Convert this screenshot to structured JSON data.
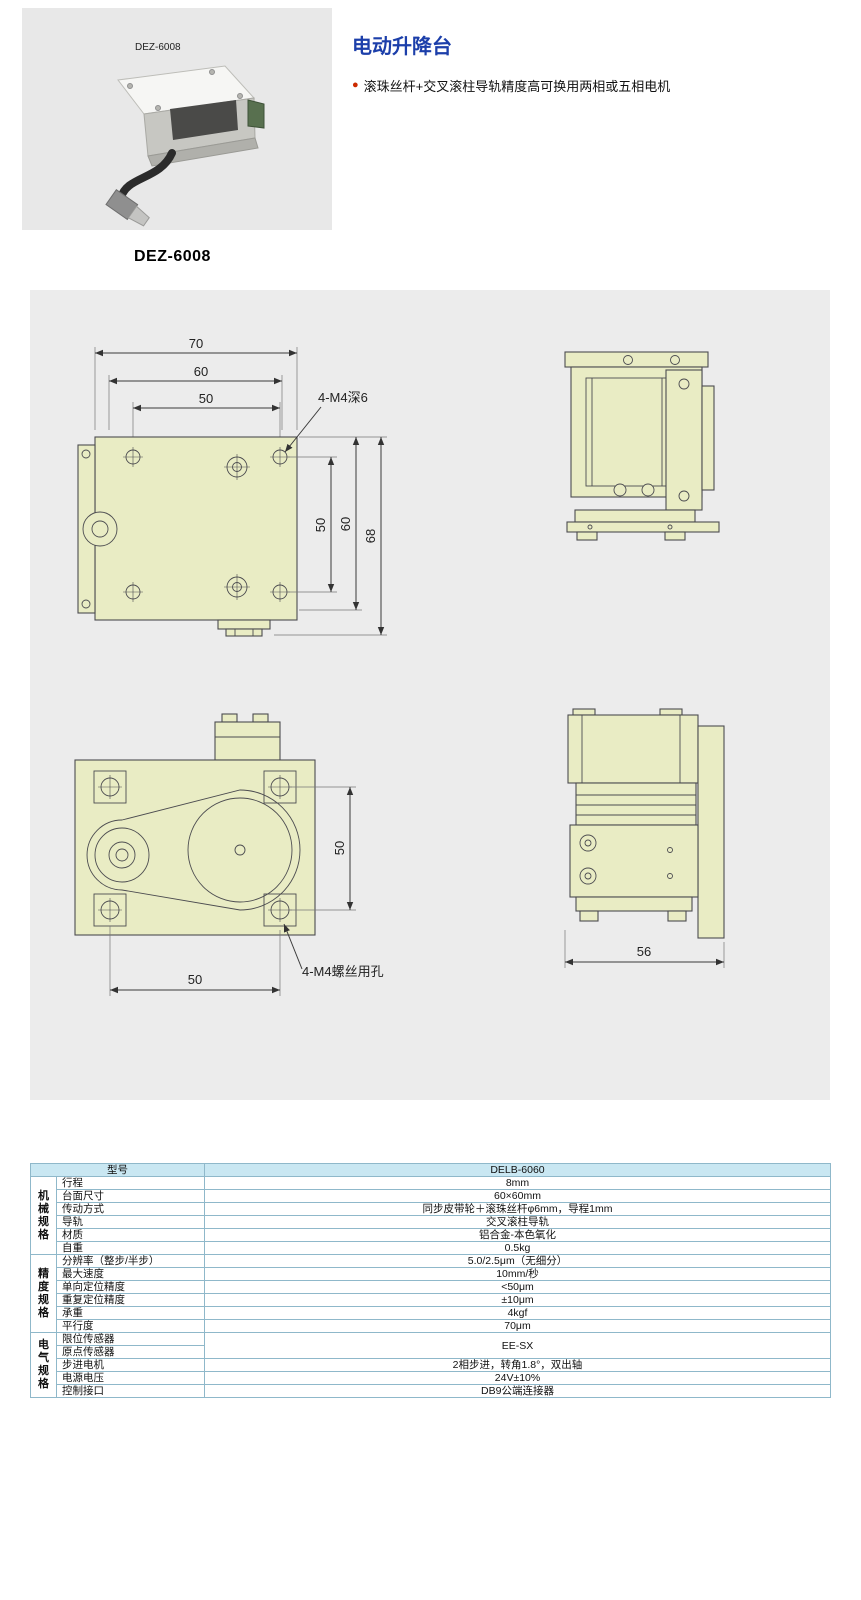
{
  "page": {
    "title_cn": "电动升降台",
    "feature_bullet": "滚珠丝杆+交叉滚柱导轨精度高可换用两相或五相电机",
    "model_name": "DEZ-6008",
    "photo_caption": "DEZ-6008"
  },
  "colors": {
    "title_blue": "#1c3faa",
    "bullet_red": "#cc2a00",
    "table_header_bg": "#c9e7f2",
    "table_border": "#8fb8ca",
    "drawing_body_fill": "#e9ecc4",
    "panel_bg": "#ececec"
  },
  "drawing": {
    "front_view": {
      "dim_top_outer": "70",
      "dim_top_mid": "60",
      "dim_top_inner": "50",
      "hole_callout": "4-M4深6",
      "dim_right_inner": "50",
      "dim_right_mid": "60",
      "dim_right_outer": "68"
    },
    "top_view": {
      "dim_right": "50",
      "dim_bottom": "50",
      "hole_callout": "4-M4螺丝用孔"
    },
    "side_view": {
      "dim_bottom": "56"
    }
  },
  "spec_table": {
    "header_label": "型号",
    "header_value": "DELB-6060",
    "groups": [
      {
        "name": "机械规格",
        "rows": [
          {
            "label": "行程",
            "value": "8mm"
          },
          {
            "label": "台面尺寸",
            "value": "60×60mm"
          },
          {
            "label": "传动方式",
            "value": "同步皮带轮＋滚珠丝杆φ6mm，导程1mm"
          },
          {
            "label": "导轨",
            "value": "交叉滚柱导轨"
          },
          {
            "label": "材质",
            "value": "铝合金-本色氧化"
          },
          {
            "label": "自重",
            "value": "0.5kg"
          }
        ]
      },
      {
        "name": "精度规格",
        "rows": [
          {
            "label": "分辨率（整步/半步）",
            "value": "5.0/2.5μm（无细分）"
          },
          {
            "label": "最大速度",
            "value": "10mm/秒"
          },
          {
            "label": "单向定位精度",
            "value": "<50μm"
          },
          {
            "label": "重复定位精度",
            "value": "±10μm"
          },
          {
            "label": "承重",
            "value": "4kgf"
          },
          {
            "label": "平行度",
            "value": "70μm"
          }
        ]
      },
      {
        "name": "电气规格",
        "rows": [
          {
            "label": "限位传感器",
            "value": "EE-SX",
            "rowspan": 2
          },
          {
            "label": "原点传感器",
            "value": null
          },
          {
            "label": "步进电机",
            "value": "2相步进，转角1.8°，双出轴"
          },
          {
            "label": "电源电压",
            "value": "24V±10%"
          },
          {
            "label": "控制接口",
            "value": "DB9公端连接器"
          }
        ]
      }
    ]
  }
}
